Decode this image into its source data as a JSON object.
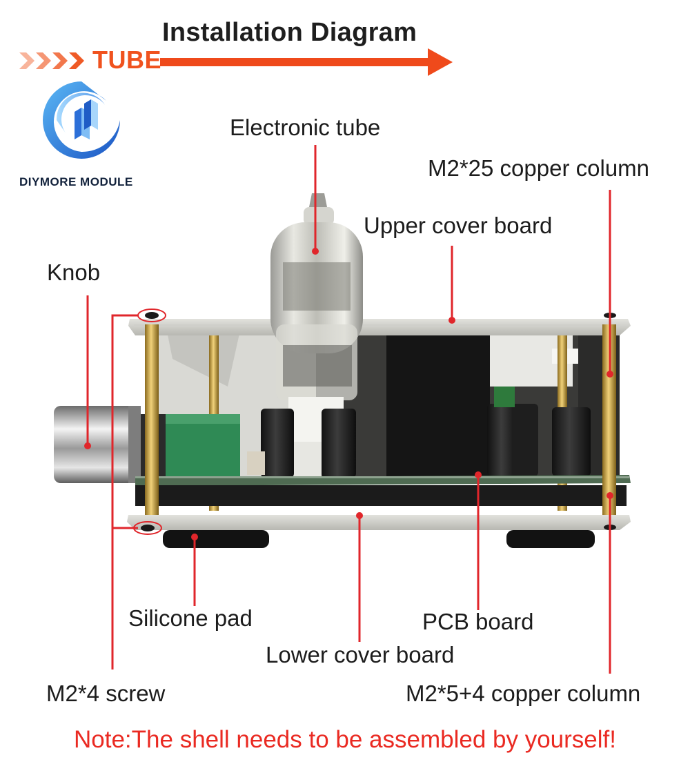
{
  "header": {
    "title": "Installation Diagram",
    "tube_tag": "TUBE"
  },
  "brand": {
    "name": "DIYMORE MODULE"
  },
  "labels": {
    "electronic_tube": "Electronic tube",
    "m2x25_copper_column": "M2*25 copper column",
    "upper_cover_board": "Upper cover board",
    "knob": "Knob",
    "silicone_pad": "Silicone pad",
    "pcb_board": "PCB board",
    "lower_cover_board": "Lower cover board",
    "m2x4_screw": "M2*4 screw",
    "m2x5_4_copper_column": "M2*5+4 copper column"
  },
  "note": "Note:The shell needs to be assembled by yourself!",
  "colors": {
    "accent": "#ef4a1b",
    "leader_line": "#e0262b",
    "note_text": "#ea2a22",
    "logo_blue": "#1e6fd1"
  },
  "icons": {
    "logo": "diymore-logo-icon",
    "chevrons": "chevron-right-icon"
  }
}
